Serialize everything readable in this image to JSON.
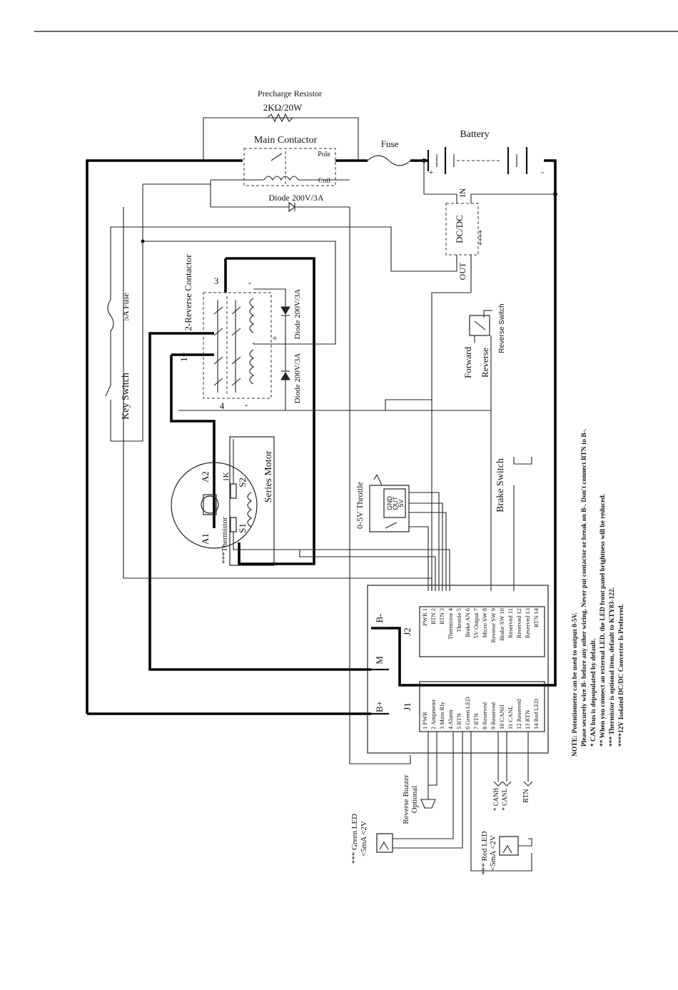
{
  "labels": {
    "precharge_title": "Precharge Resistor",
    "precharge_value": "2KΩ/20W",
    "main_contactor": "Main Contactor",
    "pole": "Pole",
    "coil": "Coil",
    "diode_main": "Diode 200V/3A",
    "fuse": "Fuse",
    "battery": "Battery",
    "batt_plus": "+",
    "batt_minus": "-",
    "dcdc": "DC/DC",
    "dcdc_in": "IN",
    "dcdc_out": "OUT",
    "dcdc_note": "****",
    "fuse_5a": "5A Fuse",
    "key_switch": "Key Switch",
    "reverse_contactor": "2-Reverse Contactor",
    "term_3": "3",
    "term_1": "1+",
    "term_4": "4",
    "term_minus_top": "-",
    "term_minus_bot": "-",
    "term_plus_mid": "+",
    "diode_rc1": "Diode 200V/3A",
    "diode_rc2": "Diode 200V/3A",
    "forward": "Forward",
    "reverse": "Reverse",
    "reverse_switch": "Reverse Switch",
    "series_motor": "Series Motor",
    "a2": "A2",
    "a1": "A1",
    "s2": "S2",
    "s1": "S1",
    "r1k": "1K",
    "thermistor": "***Thermistor",
    "throttle": "0-5V Throttle",
    "throttle_5v": "5V",
    "throttle_out": "OUT",
    "throttle_gnd": "GND",
    "brake_switch": "Brake Switch",
    "b_minus": "B-",
    "m": "M",
    "b_plus": "B+",
    "j2": "J2",
    "j1": "J1",
    "reverse_buzzer": "Reverse Buzzer",
    "optional": "Optional",
    "green_led": "*** Green LED",
    "green_led_spec": "<5mA <2V",
    "red_led": "*** Red LED",
    "red_led_spec": "<5mA <2V",
    "canh": "* CANH",
    "canl": "* CANL",
    "rtn": "RTN"
  },
  "j2_pins": [
    "PWR 1",
    "RTN 2",
    "RTN 3",
    "Thermistor 4",
    "Throttle 5",
    "Brake AN 6",
    "5V Output 7",
    "Micro SW 8",
    "Reverse SW 9",
    "Brake SW 10",
    "Reserved 11",
    "Reserved 12",
    "Reserved 13",
    "RTN 14"
  ],
  "j1_pins": [
    "1 PWR",
    "2 Ampmeter",
    "3 Main Rly",
    "4 Alarm",
    "5 RTN",
    "6 Green LED",
    "7 RTN",
    "8 Reserved",
    "9 Reserved",
    "10 CANH",
    "11 CANL",
    "12 Reserved",
    "13 RTN",
    "14 Red LED"
  ],
  "notes": [
    "NOTE: Potentiometer can be used to output 0-5V.",
    "Please securely wire B- before any other wiring. Never put contactor or break on B-. Don't connect RTN to B-.",
    "* CAN bus is depopulated by default.",
    "** When you connect an external LED, the LED front panel brightness will be reduced.",
    "*** Thermistor is optional item, default to KTY83-122.",
    "****12V Isolated DC/DC Converter Is Preferred."
  ]
}
